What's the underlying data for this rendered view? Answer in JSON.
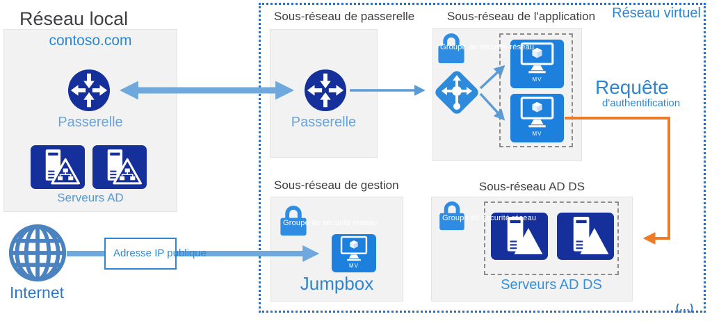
{
  "colors": {
    "navy_icon": "#15309b",
    "bright_blue": "#1e80dd",
    "lock_blue": "#2e8ce2",
    "load_balancer_blue": "#2e8ada",
    "globe_blue": "#4a83bf",
    "thick_arrow": "#6fa8dc",
    "thin_arrow": "#5b9bd5",
    "orange_arrow": "#ee7b28",
    "vnet_border": "#1a73d4",
    "title_text": "#3f3f3f",
    "blue_text": "#2e86d1",
    "light_blue_text": "#6aa4da",
    "subnet_bg": "#f2f2f2",
    "group_dashed": "#8c8c8c"
  },
  "local_network": {
    "title": "Réseau local",
    "domain": "contoso.com",
    "gateway_label": "Passerelle",
    "servers_label": "Serveurs AD"
  },
  "internet": {
    "label": "Internet",
    "public_ip_label": "Adresse IP publique"
  },
  "vnet": {
    "label": "Réseau virtuel",
    "more_indicator": "(...)",
    "gateway_subnet": {
      "title": "Sous-réseau de passerelle",
      "gateway_label": "Passerelle"
    },
    "app_subnet": {
      "title": "Sous-réseau de l'application",
      "nsg_label": "Groupe de sécurité réseau",
      "vm1_label": "MV",
      "vm2_label": "MV"
    },
    "mgmt_subnet": {
      "title": "Sous-réseau de gestion",
      "nsg_label": "Groupe de sécurité réseau",
      "vm_label": "MV",
      "jumpbox_label": "Jumpbox"
    },
    "adds_subnet": {
      "title": "Sous-réseau AD DS",
      "nsg_label": "Groupe de sécurité réseau",
      "servers_label": "Serveurs AD DS"
    }
  },
  "auth_request": {
    "line1": "Requête",
    "line2": "d'authentification"
  }
}
